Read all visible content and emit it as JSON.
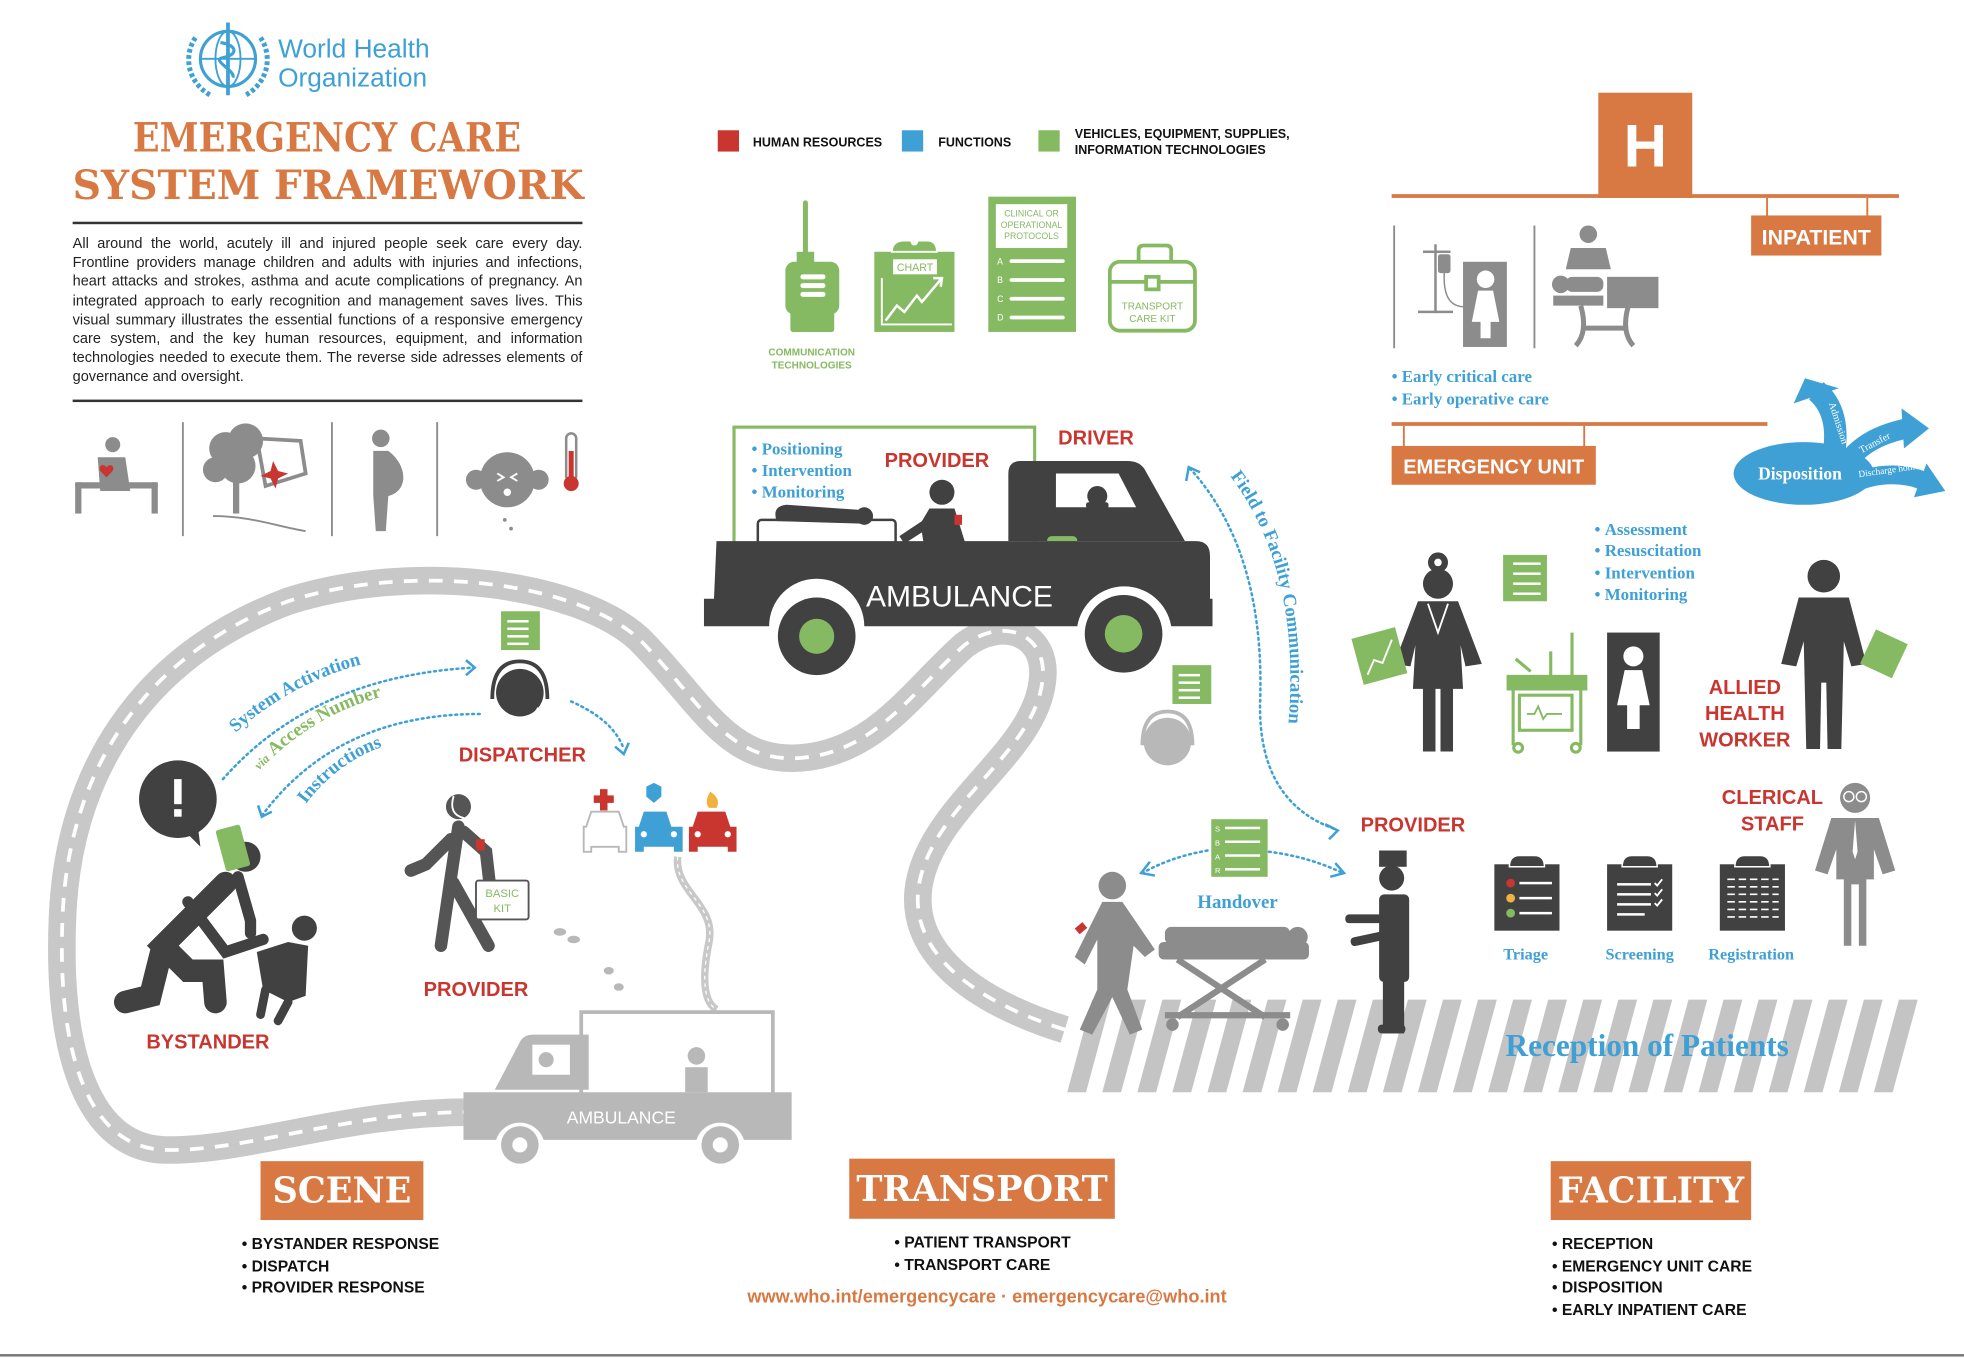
{
  "logo": {
    "line1": "World Health",
    "line2": "Organization"
  },
  "title": {
    "line1": "EMERGENCY CARE",
    "line2": "SYSTEM FRAMEWORK"
  },
  "intro": "All around the world, acutely ill and injured people seek care every day. Frontline providers manage children and adults with injuries and infections, heart attacks and strokes, asthma and acute complications of pregnancy. An integrated approach to early recognition and management saves lives. This visual summary illustrates the essential functions of a responsive emergency care system, and the key human resources, equipment, and information technologies needed to execute them. The reverse side adresses elements of governance and oversight.",
  "colors": {
    "orange": "#d87842",
    "red": "#c9352f",
    "blue": "#3fa0d6",
    "green": "#86ba62",
    "dark": "#414141",
    "gray": "#8c8c8c",
    "road": "#c8c8c8"
  },
  "legend": {
    "human_resources": "HUMAN RESOURCES",
    "functions": "FUNCTIONS",
    "equipment_line1": "VEHICLES, EQUIPMENT, SUPPLIES,",
    "equipment_line2": "INFORMATION TECHNOLOGIES"
  },
  "equipment": {
    "radio_line1": "COMMUNICATION",
    "radio_line2": "TECHNOLOGIES",
    "chart": "CHART",
    "protocols": [
      "CLINICAL OR",
      "OPERATIONAL",
      "PROTOCOLS"
    ],
    "protocol_items": [
      "A",
      "B",
      "C",
      "D"
    ],
    "kit_line1": "TRANSPORT",
    "kit_line2": "CARE KIT"
  },
  "scene": {
    "system_activation": "System Activation",
    "via": "via",
    "access_number": "Access Number",
    "instructions": "Instructions",
    "dispatcher": "DISPATCHER",
    "bystander": "BYSTANDER",
    "provider": "PROVIDER",
    "basic_kit_line1": "BASIC",
    "basic_kit_line2": "KIT",
    "small_ambulance": "AMBULANCE",
    "label": "SCENE",
    "items": [
      "BYSTANDER RESPONSE",
      "DISPATCH",
      "PROVIDER RESPONSE"
    ]
  },
  "transport": {
    "care_items": [
      "Positioning",
      "Intervention",
      "Monitoring"
    ],
    "provider": "PROVIDER",
    "driver": "DRIVER",
    "ambulance": "AMBULANCE",
    "field_comm": "Field to Facility Communication",
    "label": "TRANSPORT",
    "items": [
      "PATIENT TRANSPORT",
      "TRANSPORT CARE"
    ]
  },
  "facility": {
    "hospital_sign": "H",
    "inpatient": "INPATIENT",
    "inpatient_items": [
      "Early critical care",
      "Early operative care"
    ],
    "emergency_unit": "EMERGENCY UNIT",
    "disposition": "Disposition",
    "admission": "Admission",
    "transfer": "Transfer",
    "discharge": "Discharge home",
    "eu_items": [
      "Assessment",
      "Resuscitation",
      "Intervention",
      "Monitoring"
    ],
    "allied": [
      "ALLIED",
      "HEALTH",
      "WORKER"
    ],
    "clerical": [
      "CLERICAL",
      "STAFF"
    ],
    "provider": "PROVIDER",
    "handover": "Handover",
    "sbar": [
      "S",
      "B",
      "A",
      "R"
    ],
    "triage": "Triage",
    "screening": "Screening",
    "registration": "Registration",
    "reception": "Reception of Patients",
    "label": "FACILITY",
    "items": [
      "RECEPTION",
      "EMERGENCY UNIT CARE",
      "DISPOSITION",
      "EARLY INPATIENT CARE"
    ]
  },
  "footer": "www.who.int/emergencycare · emergencycare@who.int"
}
